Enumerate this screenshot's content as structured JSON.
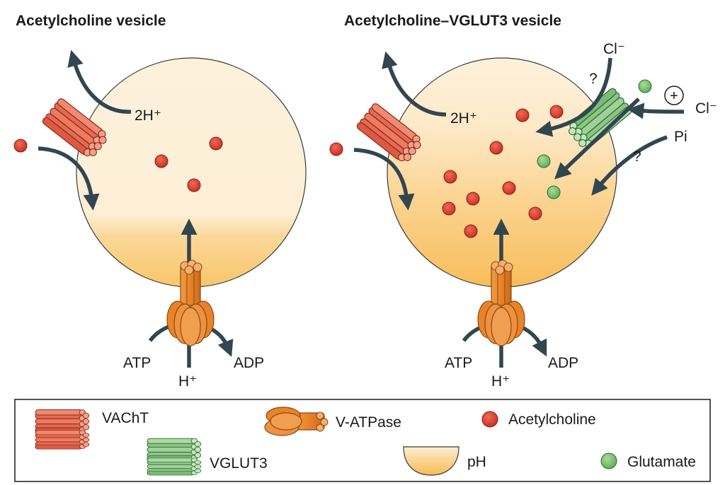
{
  "panels": {
    "left": {
      "title": "Acetylcholine vesicle",
      "proton_out": "2H⁺",
      "atp": "ATP",
      "adp": "ADP",
      "proton_in": "H⁺"
    },
    "right": {
      "title": "Acetylcholine–VGLUT3 vesicle",
      "proton_out": "2H⁺",
      "atp": "ATP",
      "adp": "ADP",
      "proton_in": "H⁺",
      "chloride_top": "Cl⁻",
      "chloride_right": "Cl⁻",
      "phosphate": "Pi",
      "question_top": "?",
      "question_bottom": "?",
      "plus": "+"
    }
  },
  "legend": {
    "vacht": "VAChT",
    "vatpase": "V-ATPase",
    "acetylcholine": "Acetylcholine",
    "vglut3": "VGLUT3",
    "ph": "pH",
    "glutamate": "Glutamate"
  },
  "colors": {
    "acetylcholine": "#d63a2c",
    "glutamate": "#7cbf6e",
    "vacht": "#e8604a",
    "vglut3": "#8fc88a",
    "vatpase": "#e8832a",
    "vesicle_light": "#fdf0d8",
    "vesicle_acid": "#f9c25a",
    "arrow": "#324650"
  }
}
